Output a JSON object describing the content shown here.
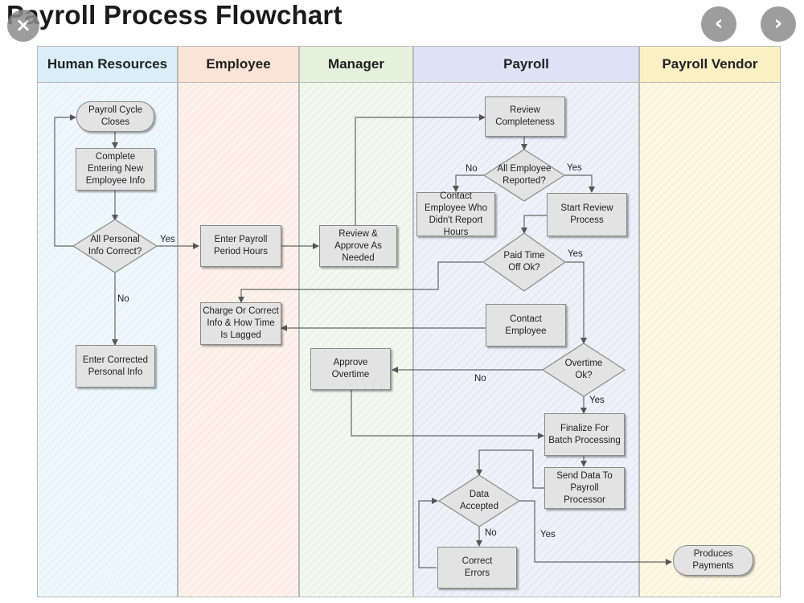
{
  "title": "Payroll Process Flowchart",
  "nav": {
    "prev": "‹",
    "next": "›",
    "close": "×"
  },
  "lanes": [
    {
      "label": "Human Resources",
      "head_color": "#d9eef8",
      "body_color": "#eef8fc"
    },
    {
      "label": "Employee",
      "head_color": "#fbe3d6",
      "body_color": "#fdf1ea"
    },
    {
      "label": "Manager",
      "head_color": "#e4f1dc",
      "body_color": "#f2f8ee"
    },
    {
      "label": "Payroll",
      "head_color": "#dde3f4",
      "body_color": "#eef1fa"
    },
    {
      "label": "Payroll Vendor",
      "head_color": "#fbf0c4",
      "body_color": "#fdf8e2"
    }
  ],
  "nodes": {
    "cycle_closes": "Payroll Cycle Closes",
    "complete_entering": "Complete Entering New Employee Info",
    "all_info_correct": "All Personal Info Correct?",
    "enter_corrected": "Enter Corrected Personal Info",
    "enter_hours": "Enter Payroll Period Hours",
    "charge_correct": "Charge Or Correct Info & How Time Is Lagged",
    "review_approve": "Review & Approve As Needed",
    "approve_overtime": "Approve Overtime",
    "review_completeness": "Review Completeness",
    "all_reported": "All Employee Reported?",
    "contact_missing": "Contact Employee Who Didn't Report Hours",
    "start_review": "Start Review Process",
    "pto_ok": "Paid Time Off Ok?",
    "contact_employee": "Contact Employee",
    "overtime_ok": "Overtime Ok?",
    "finalize": "Finalize For Batch Processing",
    "send_data": "Send Data To Payroll Processor",
    "data_accepted": "Data Accepted",
    "correct_errors": "Correct Errors",
    "produces_payments": "Produces Payments"
  },
  "edge_labels": {
    "info_yes": "Yes",
    "info_no": "No",
    "reported_no": "No",
    "reported_yes": "Yes",
    "pto_yes": "Yes",
    "overtime_no": "No",
    "overtime_yes": "Yes",
    "accepted_no": "No",
    "accepted_yes": "Yes"
  }
}
